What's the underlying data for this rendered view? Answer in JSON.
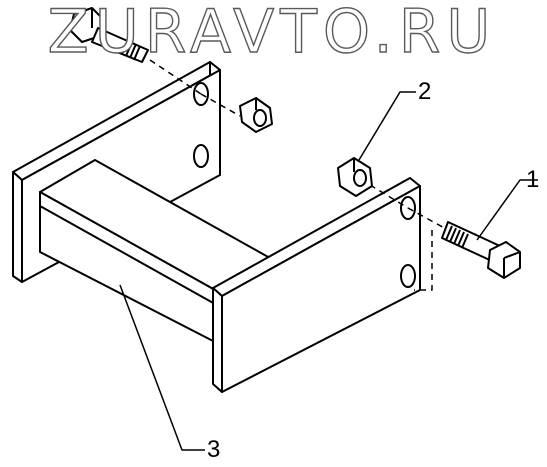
{
  "watermark": {
    "text": "ZURAVTO.RU"
  },
  "callouts": [
    {
      "id": "1",
      "label": "1"
    },
    {
      "id": "2",
      "label": "2"
    },
    {
      "id": "3",
      "label": "3"
    }
  ],
  "colors": {
    "line": "#000000",
    "fill": "#ffffff",
    "watermark_stroke": "#5a5a5a"
  }
}
